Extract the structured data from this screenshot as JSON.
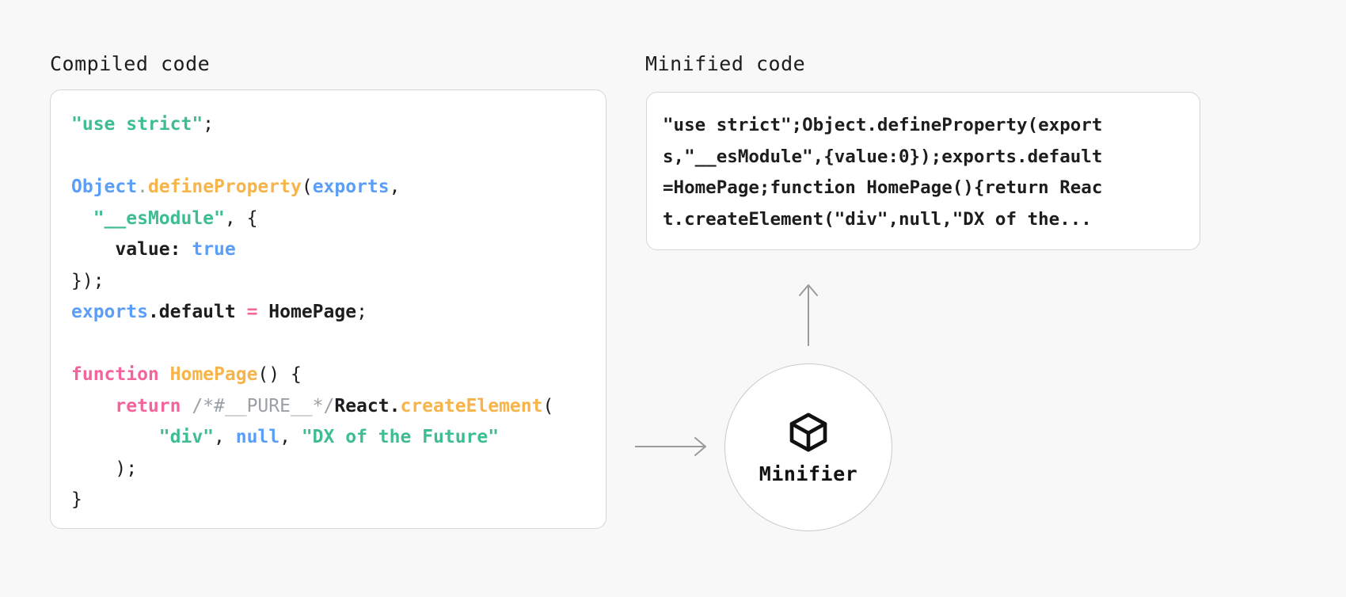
{
  "page": {
    "background_color": "#f8f8f8",
    "text_color": "#1d1d1f"
  },
  "palette": {
    "string": "#3ebd93",
    "keyword": "#f2649b",
    "function": "#f6b44a",
    "variable": "#5b9ef8",
    "literal": "#5b9ef8",
    "plain": "#1d1d1f",
    "comment": "#9aa0a6",
    "panel_border": "#d6d6d6",
    "panel_background": "#ffffff",
    "arrow": "#9b9b9b",
    "node_border": "#c9c9c9"
  },
  "compiled": {
    "heading": "Compiled code",
    "lines": [
      [
        {
          "t": "\"use strict\"",
          "c": "string"
        },
        {
          "t": ";",
          "c": "plain"
        }
      ],
      [
        {
          "t": "",
          "c": "plain"
        }
      ],
      [
        {
          "t": "Object",
          "c": "variable"
        },
        {
          "t": ".",
          "c": "comment"
        },
        {
          "t": "defineProperty",
          "c": "function"
        },
        {
          "t": "(",
          "c": "plain"
        },
        {
          "t": "exports",
          "c": "variable"
        },
        {
          "t": ",",
          "c": "plain"
        }
      ],
      [
        {
          "t": "  ",
          "c": "plain"
        },
        {
          "t": "\"__esModule\"",
          "c": "string"
        },
        {
          "t": ", {",
          "c": "plain"
        }
      ],
      [
        {
          "t": "    ",
          "c": "plain"
        },
        {
          "t": "value:",
          "c": "plainbold"
        },
        {
          "t": " ",
          "c": "plain"
        },
        {
          "t": "true",
          "c": "literal"
        }
      ],
      [
        {
          "t": "});",
          "c": "plain"
        }
      ],
      [
        {
          "t": "exports",
          "c": "variable"
        },
        {
          "t": ".default",
          "c": "plainbold"
        },
        {
          "t": " ",
          "c": "plain"
        },
        {
          "t": "=",
          "c": "keyword"
        },
        {
          "t": " ",
          "c": "plain"
        },
        {
          "t": "HomePage",
          "c": "plainbold"
        },
        {
          "t": ";",
          "c": "plain"
        }
      ],
      [
        {
          "t": "",
          "c": "plain"
        }
      ],
      [
        {
          "t": "function",
          "c": "keyword"
        },
        {
          "t": " ",
          "c": "plain"
        },
        {
          "t": "HomePage",
          "c": "function"
        },
        {
          "t": "() {",
          "c": "plain"
        }
      ],
      [
        {
          "t": "    ",
          "c": "plain"
        },
        {
          "t": "return",
          "c": "keyword"
        },
        {
          "t": " ",
          "c": "plain"
        },
        {
          "t": "/*#__PURE__*/",
          "c": "comment"
        },
        {
          "t": "React.",
          "c": "plainbold"
        },
        {
          "t": "createElement",
          "c": "function"
        },
        {
          "t": "(",
          "c": "plain"
        }
      ],
      [
        {
          "t": "        ",
          "c": "plain"
        },
        {
          "t": "\"div\"",
          "c": "string"
        },
        {
          "t": ", ",
          "c": "plain"
        },
        {
          "t": "null",
          "c": "literal"
        },
        {
          "t": ", ",
          "c": "plain"
        },
        {
          "t": "\"DX of the Future\"",
          "c": "string"
        }
      ],
      [
        {
          "t": "    );",
          "c": "plain"
        }
      ],
      [
        {
          "t": "}",
          "c": "plain"
        }
      ]
    ]
  },
  "minified": {
    "heading": "Minified code",
    "lines": [
      "\"use strict\";Object.defineProperty(export",
      "s,\"__esModule\",{value:0});exports.default",
      "=HomePage;function HomePage(){return Reac",
      "t.createElement(\"div\",null,\"DX of the..."
    ]
  },
  "pipeline": {
    "node_label": "Minifier",
    "node_icon": "cube-icon",
    "arrow_in": "arrow-right-icon",
    "arrow_out": "arrow-up-icon"
  }
}
